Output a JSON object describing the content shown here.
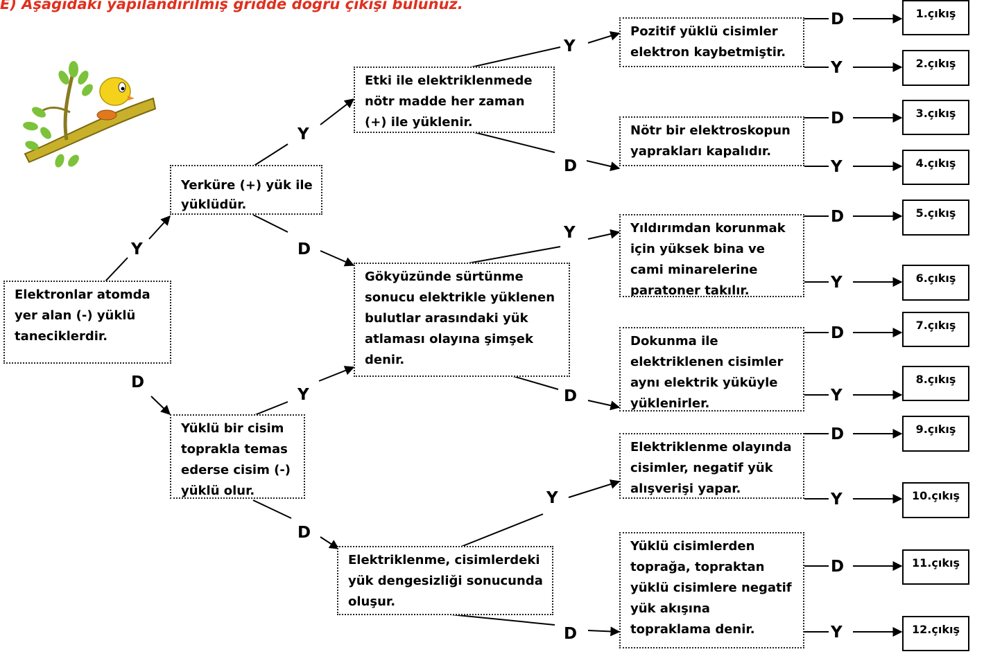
{
  "title": "E) Aşağıdaki yapılandırılmış gridde doğru çıkışı bulunuz.",
  "colors": {
    "title": "#e0301e",
    "branch": "#8a8a1e",
    "leaf": "#7cc23a",
    "bird": "#f4d21c"
  },
  "illustration": {
    "name": "bird-on-branch-illustration"
  },
  "statements": {
    "root": "Elektronlar atomda yer alan (-) yüklü taneciklerdir.",
    "l2_top": "Yerküre (+) yük ile yüklüdür.",
    "l2_bottom": "Yüklü bir cisim toprakla temas ederse cisim (-) yüklü olur.",
    "l3_a": "Etki ile elektriklenmede nötr madde her zaman (+) ile yüklenir.",
    "l3_b": "Gökyüzünde sürtünme sonucu elektrikle yüklenen bulutlar arasındaki yük atlaması olayına şimşek denir.",
    "l3_c": "Elektriklenme, cisimlerdeki yük dengesizliği sonucunda oluşur.",
    "l4_1": "Pozitif yüklü cisimler elektron kaybetmiştir.",
    "l4_2": "Nötr bir elektroskopun yaprakları kapalıdır.",
    "l4_3": "Yıldırımdan korunmak için yüksek bina ve cami minarelerine paratoner takılır.",
    "l4_4": "Dokunma ile elektriklenen cisimler aynı elektrik yüküyle yüklenirler.",
    "l4_5": "Elektriklenme olayında cisimler, negatif yük alışverişi yapar.",
    "l4_6": "Yüklü cisimlerden toprağa, topraktan yüklü cisimlere negatif yük akışına topraklama denir."
  },
  "branch_labels": {
    "true": "D",
    "false": "Y"
  },
  "outputs": [
    "1.çıkış",
    "2.çıkış",
    "3.çıkış",
    "4.çıkış",
    "5.çıkış",
    "6.çıkış",
    "7.çıkış",
    "8.çıkış",
    "9.çıkış",
    "10.çıkış",
    "11.çıkış",
    "12.çıkış"
  ]
}
